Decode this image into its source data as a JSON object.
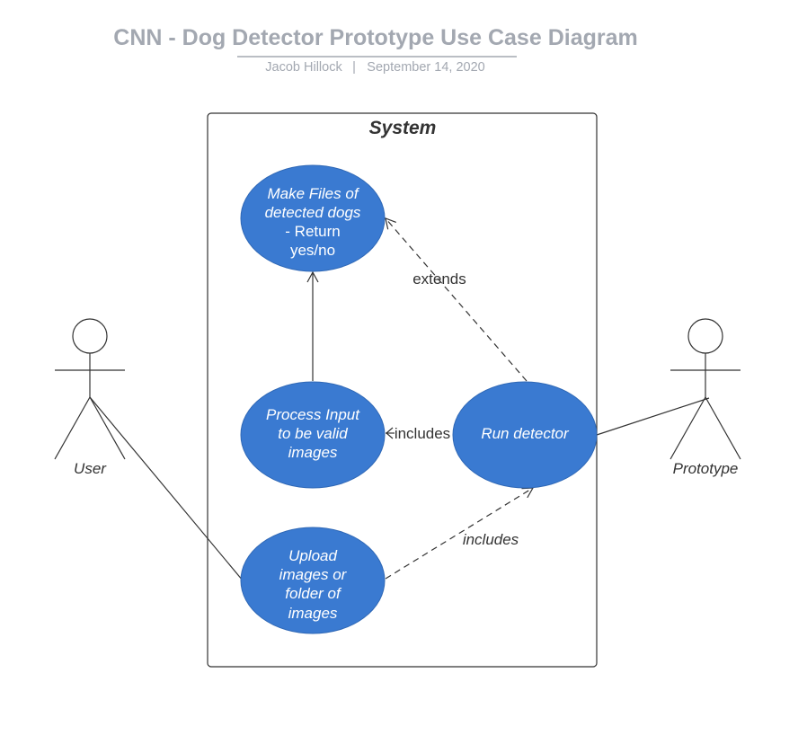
{
  "header": {
    "title": "CNN - Dog Detector Prototype Use Case Diagram",
    "author": "Jacob Hillock",
    "separator": "|",
    "date": "September 14, 2020"
  },
  "system": {
    "label": "System"
  },
  "use_cases": {
    "make_files": [
      "Make Files of",
      "detected dogs",
      "- Return",
      "yes/no"
    ],
    "process_input": [
      "Process Input",
      "to be valid",
      "images"
    ],
    "run_detector": [
      "Run detector"
    ],
    "upload_images": [
      "Upload",
      "images or",
      "folder of",
      "images"
    ]
  },
  "relations": {
    "extends": "extends",
    "includes_process": "includes",
    "includes_upload": "includes"
  },
  "actors": {
    "user": "User",
    "prototype": "Prototype"
  },
  "colors": {
    "use_case_fill": "#3a7ad1",
    "title_color": "#a3a8b1",
    "line_color": "#333333"
  }
}
